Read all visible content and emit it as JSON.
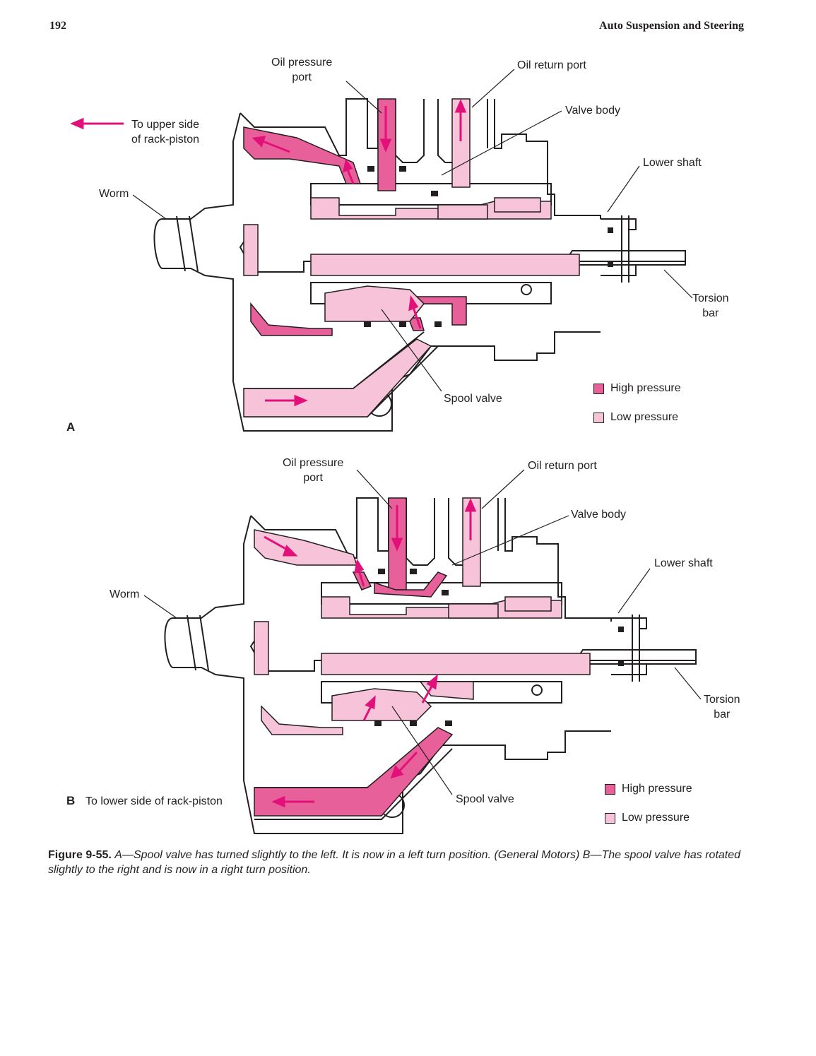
{
  "page": {
    "number": "192",
    "running_title": "Auto Suspension and Steering"
  },
  "colors": {
    "high_pressure": "#e8609a",
    "low_pressure": "#f7c3d8",
    "arrow": "#e2117a",
    "line": "#231f20"
  },
  "figure_a": {
    "letter": "A",
    "oil_pressure_port": "Oil pressure\nport",
    "oil_return_port": "Oil return port",
    "valve_body": "Valve body",
    "lower_shaft": "Lower shaft",
    "worm": "Worm",
    "torsion_bar": "Torsion\nbar",
    "spool_valve": "Spool valve",
    "flow_note": "To upper side\nof rack-piston",
    "legend_high": "High pressure",
    "legend_low": "Low pressure"
  },
  "figure_b": {
    "letter": "B",
    "oil_pressure_port": "Oil pressure\nport",
    "oil_return_port": "Oil return port",
    "valve_body": "Valve body",
    "lower_shaft": "Lower shaft",
    "worm": "Worm",
    "torsion_bar": "Torsion\nbar",
    "spool_valve": "Spool valve",
    "flow_note": "To lower side of rack-piston",
    "legend_high": "High pressure",
    "legend_low": "Low pressure"
  },
  "caption": {
    "number": "Figure 9-55.",
    "text": "A—Spool valve has turned slightly to the left. It is now in a left turn position. (General Motors) B—The spool valve has rotated slightly to the right and is now in a right turn position."
  }
}
